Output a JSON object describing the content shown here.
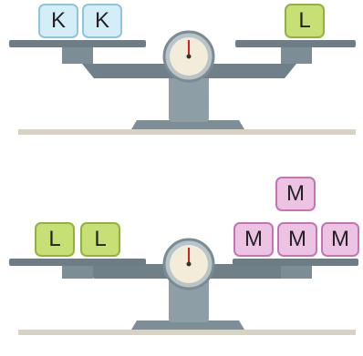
{
  "scales": [
    {
      "left_blocks": [
        {
          "letter": "K",
          "color": "blue"
        },
        {
          "letter": "K",
          "color": "blue"
        }
      ],
      "right_blocks": [
        {
          "letter": "L",
          "color": "green"
        }
      ],
      "tilt": "balanced"
    },
    {
      "left_blocks": [
        {
          "letter": "L",
          "color": "green"
        },
        {
          "letter": "L",
          "color": "green"
        }
      ],
      "right_blocks": [
        {
          "letter": "M",
          "color": "pink"
        },
        {
          "letter": "M",
          "color": "pink"
        },
        {
          "letter": "M",
          "color": "pink"
        },
        {
          "letter": "M",
          "color": "pink"
        }
      ],
      "tilt": "balanced"
    }
  ],
  "colors": {
    "blue_fill": "#d4eef9",
    "green_fill": "#c6e075",
    "pink_fill": "#edc3e4",
    "scale_metal": "#8a9ba4",
    "watermark": "#e01a1a"
  }
}
